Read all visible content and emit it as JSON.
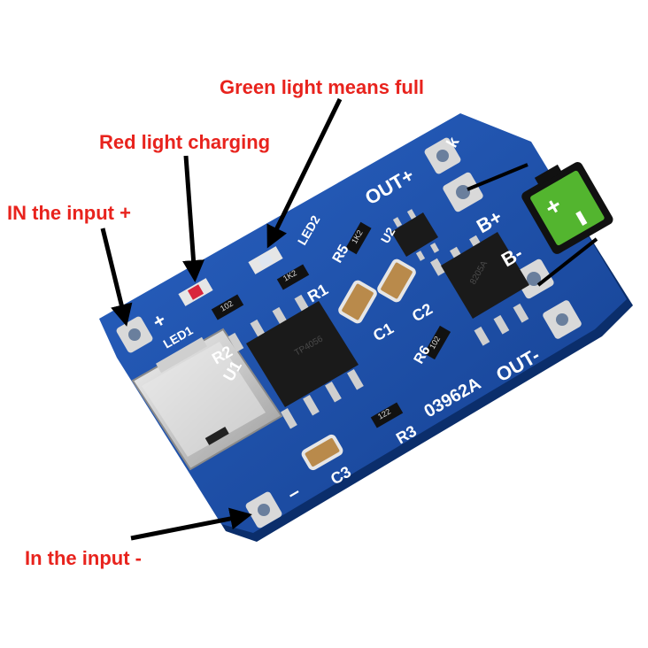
{
  "callouts": {
    "green_full": "Green light means full",
    "red_charging": "Red light charging",
    "in_plus": "IN the input +",
    "in_minus": "In the input -"
  },
  "board": {
    "labels": {
      "out_plus": "OUT+",
      "out_minus": "OUT-",
      "b_plus": "B+",
      "b_minus": "B-",
      "plus_sign": "+",
      "minus_sign": "–",
      "led1": "LED1",
      "led2": "LED2",
      "r1": "R1",
      "r2": "R2",
      "r3": "R3",
      "r5": "R5",
      "r6": "R6",
      "c1": "C1",
      "c2": "C2",
      "c3": "C3",
      "u1": "U1",
      "u2": "U2",
      "part_no": "03962A",
      "k_mark": "k"
    },
    "chips": {
      "u1_marking": "TP4056",
      "u2_marking": "8205A"
    },
    "resistors": {
      "r1_code": "1K2",
      "r2_code": "102",
      "r3_code": "122",
      "r5_code": "1K2",
      "r6_code": "102"
    }
  },
  "colors": {
    "pcb": "#1c4fa8",
    "callout_text": "#e8231d",
    "battery_green": "#53b52f",
    "pad": "#d9d9d9"
  }
}
